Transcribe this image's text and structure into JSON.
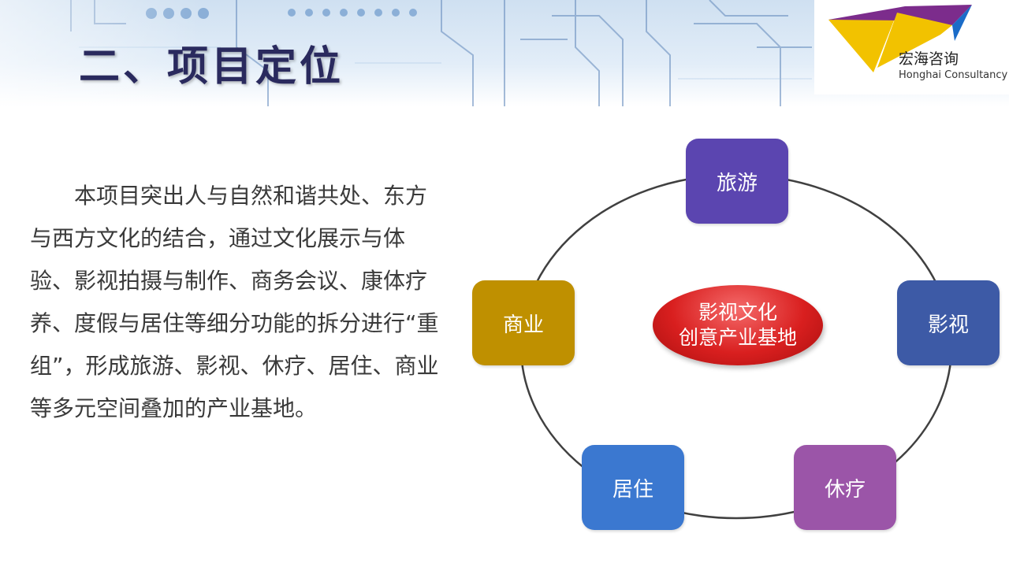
{
  "header": {
    "title": "二、项目定位"
  },
  "logo": {
    "name_cn": "宏海咨询",
    "name_en": "Honghai Consultancy"
  },
  "content": {
    "paragraph": "本项目突出人与自然和谐共处、东方与西方文化的结合，通过文化展示与体验、影视拍摄与制作、商务会议、康体疗养、度假与居住等细分功能的拆分进行“重组”，形成旅游、影视、休疗、居住、商业等多元空间叠加的产业基地。"
  },
  "diagram": {
    "center": {
      "line1": "影视文化",
      "line2": "创意产业基地"
    },
    "nodes": [
      {
        "label": "旅游",
        "color": "#5b45b0"
      },
      {
        "label": "影视",
        "color": "#3d5aa6"
      },
      {
        "label": "休疗",
        "color": "#9b55a8"
      },
      {
        "label": "居住",
        "color": "#3b78d0"
      },
      {
        "label": "商业",
        "color": "#bf9000"
      }
    ]
  }
}
